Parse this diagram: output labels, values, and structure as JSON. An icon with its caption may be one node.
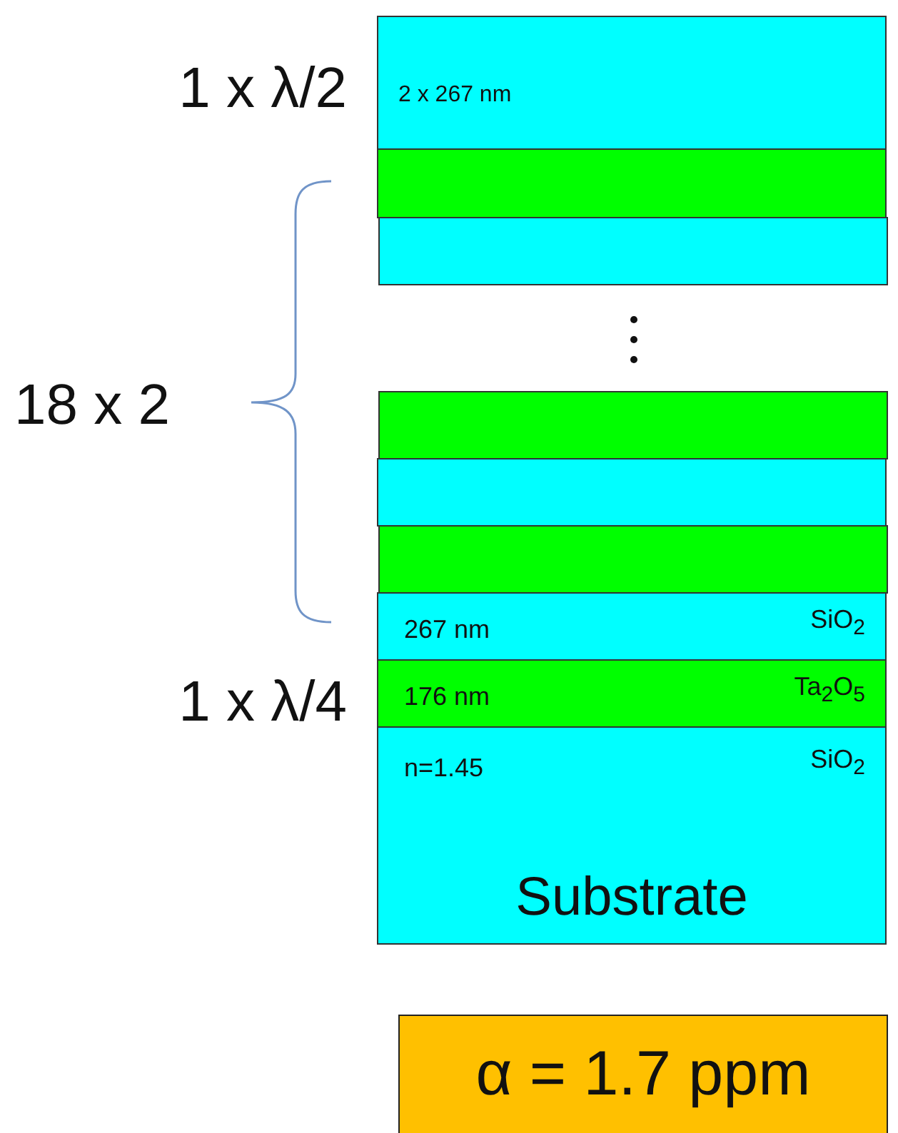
{
  "diagram": {
    "nodes": [
      {
        "text": [
          "2 x 267 nm"
        ]
      },
      {
        "text": [],
        "shape": "bar"
      },
      {
        "text": [],
        "shape": "bar"
      },
      {
        "text": [],
        "shape": "bar"
      },
      {
        "text": [],
        "shape": "bar"
      },
      {
        "text": [],
        "shape": "bar"
      },
      {
        "text": [
          "267 nm",
          "SiO$_{2}$"
        ]
      },
      {
        "text": [
          "176 nm",
          "Ta$_{2}$O$_{5}$"
        ]
      },
      {
        "text": [
          "n=1.45",
          "SiO$_{2}$",
          "Substrate"
        ]
      },
      {
        "text": [
          "α = 1.7 ppm"
        ]
      }
    ],
    "edges": [],
    "labels": [
      "1 x λ/2",
      "18 x 2",
      "1 x λ/4"
    ]
  }
}
